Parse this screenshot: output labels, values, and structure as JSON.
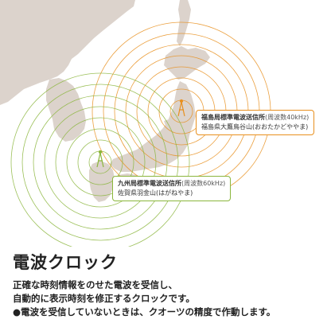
{
  "stations": [
    {
      "id": "fukushima",
      "name": "福島局標準電波送信所",
      "frequency": "(周波数40kHz)",
      "location": "福島県大鷹鳥谷山(おおたかどややま)",
      "color": "#e8901f"
    },
    {
      "id": "kyushu",
      "name": "九州局標準電波送信所",
      "frequency": "(周波数60kHz)",
      "location": "佐賀県羽金山(はがねやま)",
      "color": "#8bb63d"
    }
  ],
  "colors": {
    "land": "#dcd3cc",
    "sea": "#ffffff"
  },
  "title": "電波クロック",
  "description": [
    "正確な時刻情報をのせた電波を受信し、",
    "自動的に表示時刻を修正するクロックです。",
    "●電波を受信していないときは、クオーツの精度で作動します。"
  ]
}
